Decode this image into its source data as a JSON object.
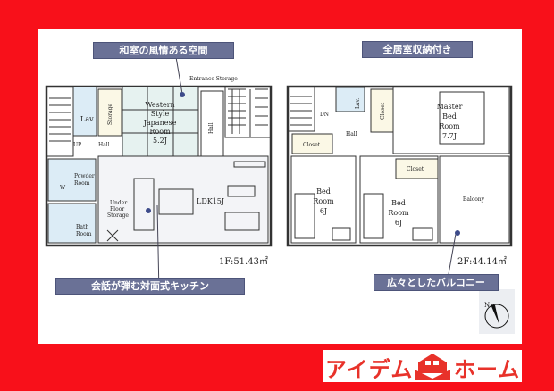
{
  "colors": {
    "background": "#f8101a",
    "caption": "#6a7196",
    "logo": "#e8322a",
    "wet_area": "#dcecf6",
    "tatami": "#e6f2f0"
  },
  "captions": {
    "japanese_room": "和室の風情ある空間",
    "storage_all": "全居室収納付き",
    "kitchen": "会話が弾む対面式キッチン",
    "balcony": "広々としたバルコニー"
  },
  "floor1": {
    "area": "1F:51.43㎡",
    "rooms": {
      "lav": "Lav.",
      "storage": "Storage",
      "japanese": [
        "Western",
        "Style",
        "Japanese",
        "Room",
        "5.2J"
      ],
      "entrance_storage": "Entrance Storage",
      "hall_v": "Hall",
      "hall": "Hall",
      "up": "UP",
      "powder": [
        "Powder",
        "Room"
      ],
      "w": "W",
      "bath": [
        "Bath",
        "Room"
      ],
      "under_floor": [
        "Under",
        "Floor",
        "Storage"
      ],
      "ldk": "LDK15J"
    }
  },
  "floor2": {
    "area": "2F:44.14㎡",
    "rooms": {
      "dn": "DN",
      "lav": "Lav.",
      "hall": "Hall",
      "closet_master": "Closet",
      "closet_left": "Closet",
      "closet_bed2": "Closet",
      "master": [
        "Master",
        "Bed",
        "Room",
        "7.7J"
      ],
      "bed1": [
        "Bed",
        "Room",
        "6J"
      ],
      "bed2": [
        "Bed",
        "Room",
        "6J"
      ],
      "balcony": "Balcony"
    }
  },
  "compass": {
    "label": "N",
    "icon": "compass-icon"
  },
  "logo": {
    "left": "アイデム",
    "right": "ホーム",
    "icon": "house-icon"
  }
}
